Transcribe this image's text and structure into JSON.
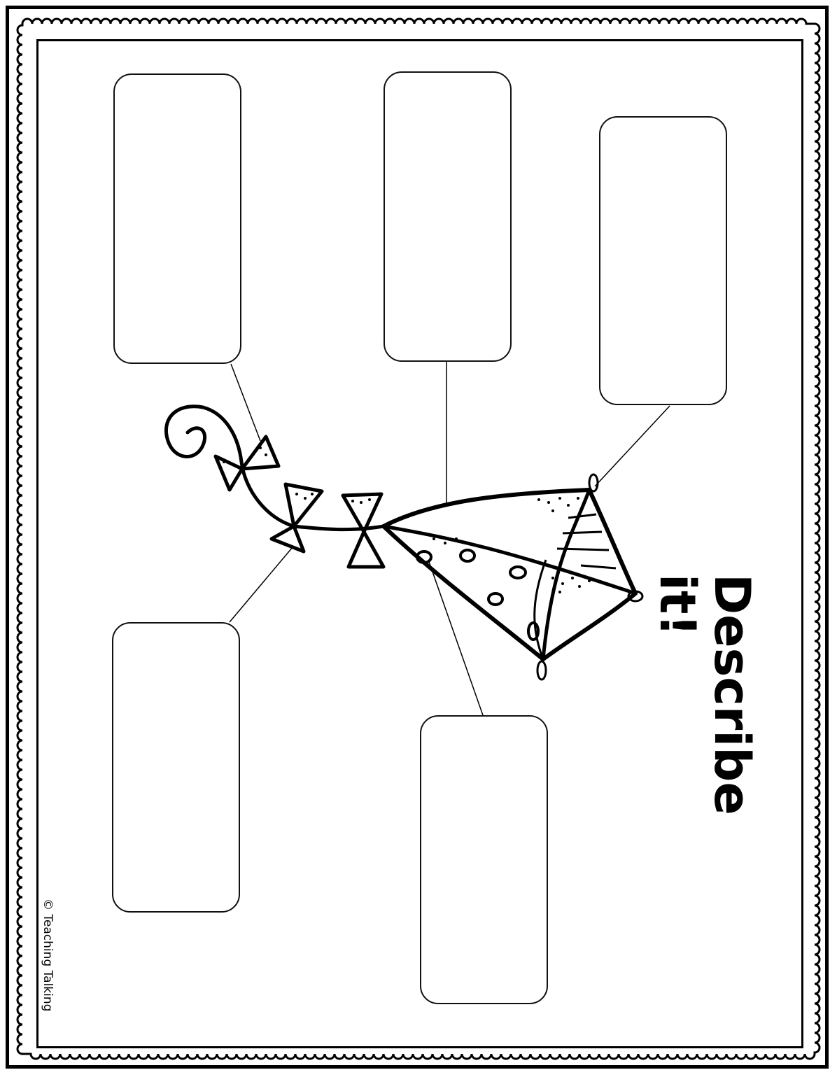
{
  "worksheet": {
    "title_line1": "Describe",
    "title_line2": "it!",
    "credit": "© Teaching Talking"
  },
  "style": {
    "ink": "#000000",
    "paper": "#ffffff"
  },
  "icons": [
    "kite-icon",
    "kite-tail-bow-icon"
  ]
}
